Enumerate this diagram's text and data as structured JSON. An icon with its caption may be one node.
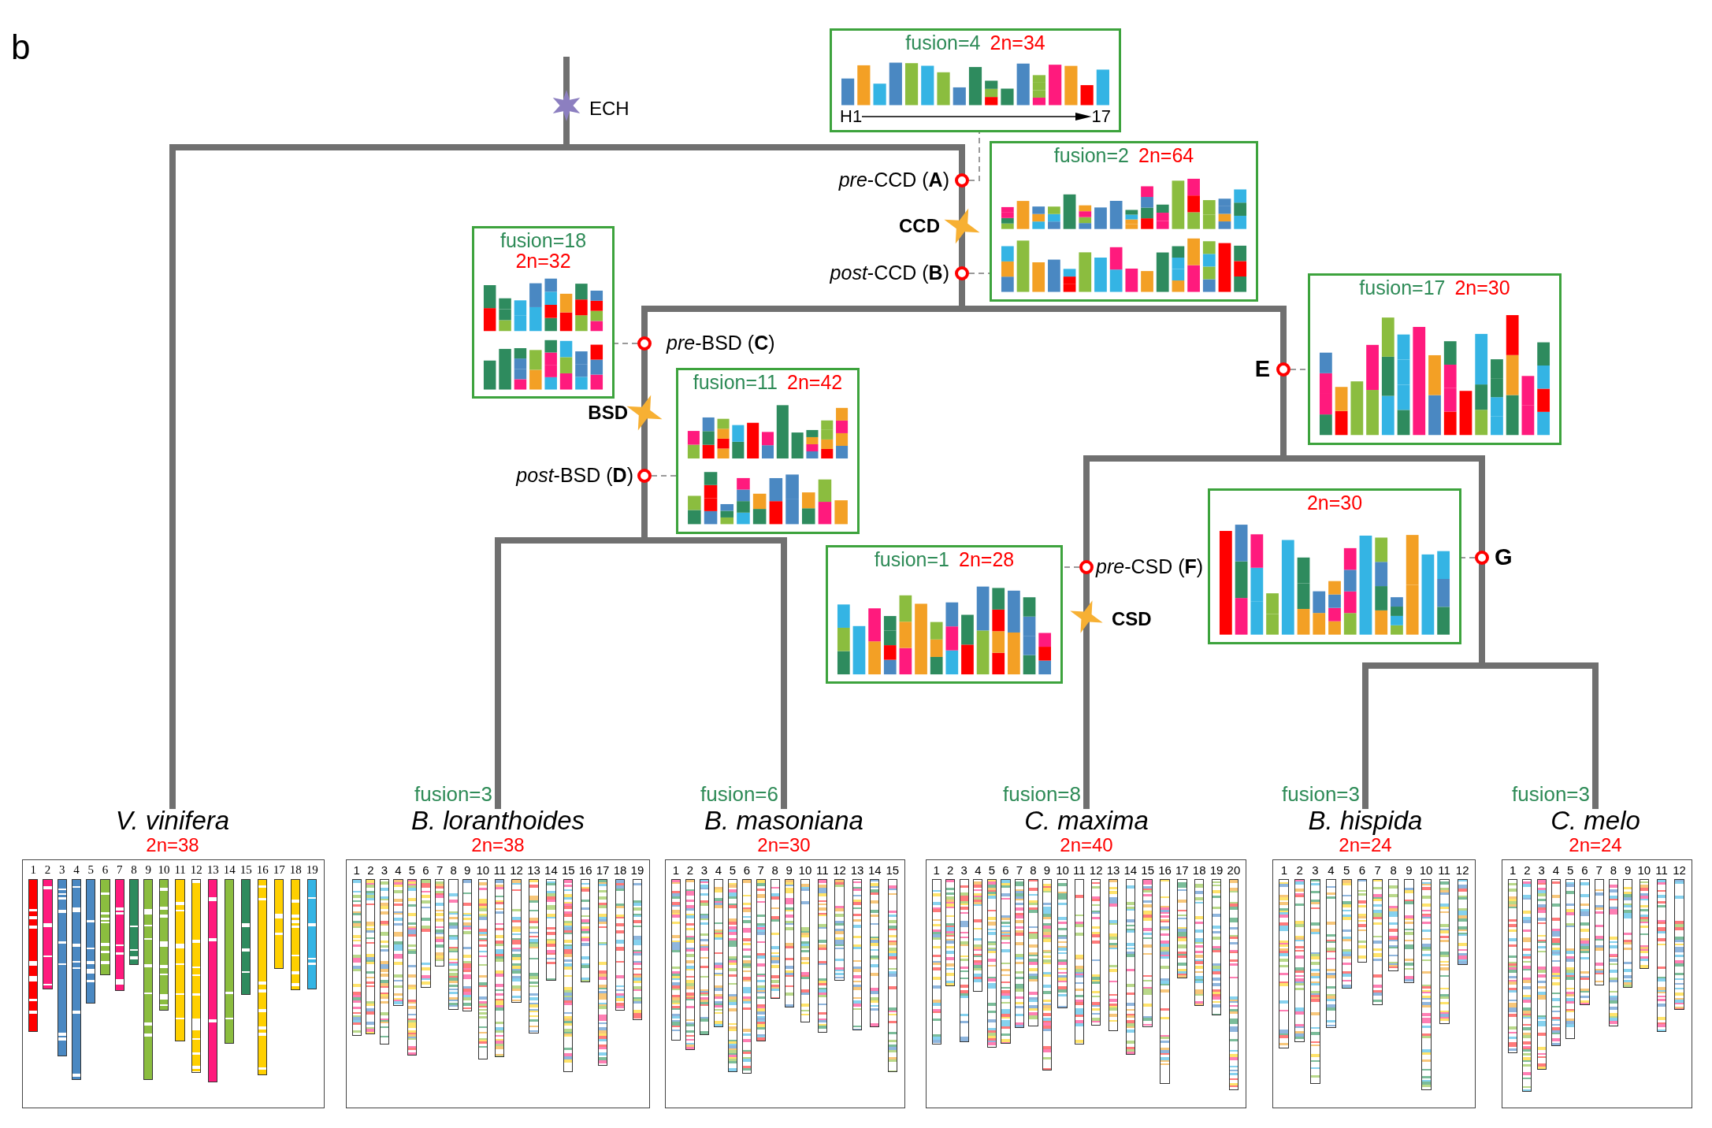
{
  "diagram": {
    "nodes": [
      {
        "text": [
          "fusion=4",
          "2n=34",
          "H1",
          "17"
        ]
      },
      {
        "text": [],
        "shape": "circle",
        "beside": [
          "*pre*-CCD (**A**)"
        ]
      },
      {
        "text": [
          "fusion=2",
          "2n=64"
        ]
      },
      {
        "text": [],
        "shape": "circle",
        "beside": [
          "*post*-CCD (**B**)"
        ]
      },
      {
        "text": [
          "fusion=18",
          "2n=32"
        ]
      },
      {
        "text": [],
        "shape": "circle",
        "beside": [
          "*pre*-BSD (**C**)"
        ]
      },
      {
        "text": [
          "fusion=17",
          "2n=30"
        ]
      },
      {
        "text": [],
        "shape": "circle",
        "beside": [
          "E"
        ]
      },
      {
        "text": [
          "fusion=11",
          "2n=42"
        ]
      },
      {
        "text": [],
        "shape": "circle",
        "beside": [
          "*post*-BSD (**D**)"
        ]
      },
      {
        "text": [
          "2n=30"
        ]
      },
      {
        "text": [],
        "shape": "circle",
        "beside": [
          "G"
        ]
      },
      {
        "text": [
          "fusion=1",
          "2n=28"
        ]
      },
      {
        "text": [],
        "shape": "circle",
        "beside": [
          "*pre*-CSD (**F**)"
        ]
      },
      {
        "text": [
          "V. vinifera",
          "2n=38"
        ]
      },
      {
        "text": [
          "B. loranthoides",
          "2n=38"
        ],
        "beside": [
          "fusion=3"
        ]
      },
      {
        "text": [
          "B. masoniana",
          "2n=30"
        ],
        "beside": [
          "fusion=6"
        ]
      },
      {
        "text": [
          "C. maxima",
          "2n=40"
        ],
        "beside": [
          "fusion=8"
        ]
      },
      {
        "text": [
          "B. hispida",
          "2n=24"
        ],
        "beside": [
          "fusion=3"
        ]
      },
      {
        "text": [
          "C. melo",
          "2n=24"
        ],
        "beside": [
          "fusion=3"
        ]
      },
      {
        "text": [
          "1",
          "2",
          "3",
          "4",
          "5",
          "6",
          "7",
          "8",
          "9",
          "10",
          "11",
          "12",
          "13",
          "14",
          "15",
          "16",
          "17",
          "18",
          "19"
        ]
      },
      {
        "text": [
          "1",
          "2",
          "3",
          "4",
          "5",
          "6",
          "7",
          "8",
          "9",
          "10",
          "11",
          "12",
          "13",
          "14",
          "15",
          "16",
          "17",
          "18",
          "19"
        ]
      },
      {
        "text": [
          "1",
          "2",
          "3",
          "4",
          "5",
          "6",
          "7",
          "8",
          "9",
          "10",
          "11",
          "12",
          "13",
          "14",
          "15"
        ]
      },
      {
        "text": [
          "1",
          "2",
          "3",
          "4",
          "5",
          "6",
          "7",
          "8",
          "9",
          "10",
          "11",
          "12",
          "13",
          "14",
          "15",
          "16",
          "17",
          "18",
          "19",
          "20"
        ]
      },
      {
        "text": [
          "1",
          "2",
          "3",
          "4",
          "5",
          "6",
          "7",
          "8",
          "9",
          "10",
          "11",
          "12"
        ]
      },
      {
        "text": [
          "1",
          "2",
          "3",
          "4",
          "5",
          "6",
          "7",
          "8",
          "9",
          "10",
          "11",
          "12"
        ]
      }
    ],
    "edges": [
      {
        "from": 1,
        "to": 0,
        "arrow": "none",
        "style": "dashed"
      },
      {
        "from": 3,
        "to": 2,
        "arrow": "none",
        "style": "dashed"
      },
      {
        "from": 5,
        "to": 4,
        "arrow": "none",
        "style": "dashed"
      },
      {
        "from": 7,
        "to": 6,
        "arrow": "none",
        "style": "dashed"
      },
      {
        "from": 9,
        "to": 8,
        "arrow": "none",
        "style": "dashed"
      },
      {
        "from": 11,
        "to": 10,
        "arrow": "none",
        "style": "dashed"
      },
      {
        "from": 13,
        "to": 12,
        "arrow": "none",
        "style": "dashed"
      }
    ],
    "labels": [
      "b",
      "ECH",
      "CCD",
      "BSD",
      "CSD"
    ]
  }
}
